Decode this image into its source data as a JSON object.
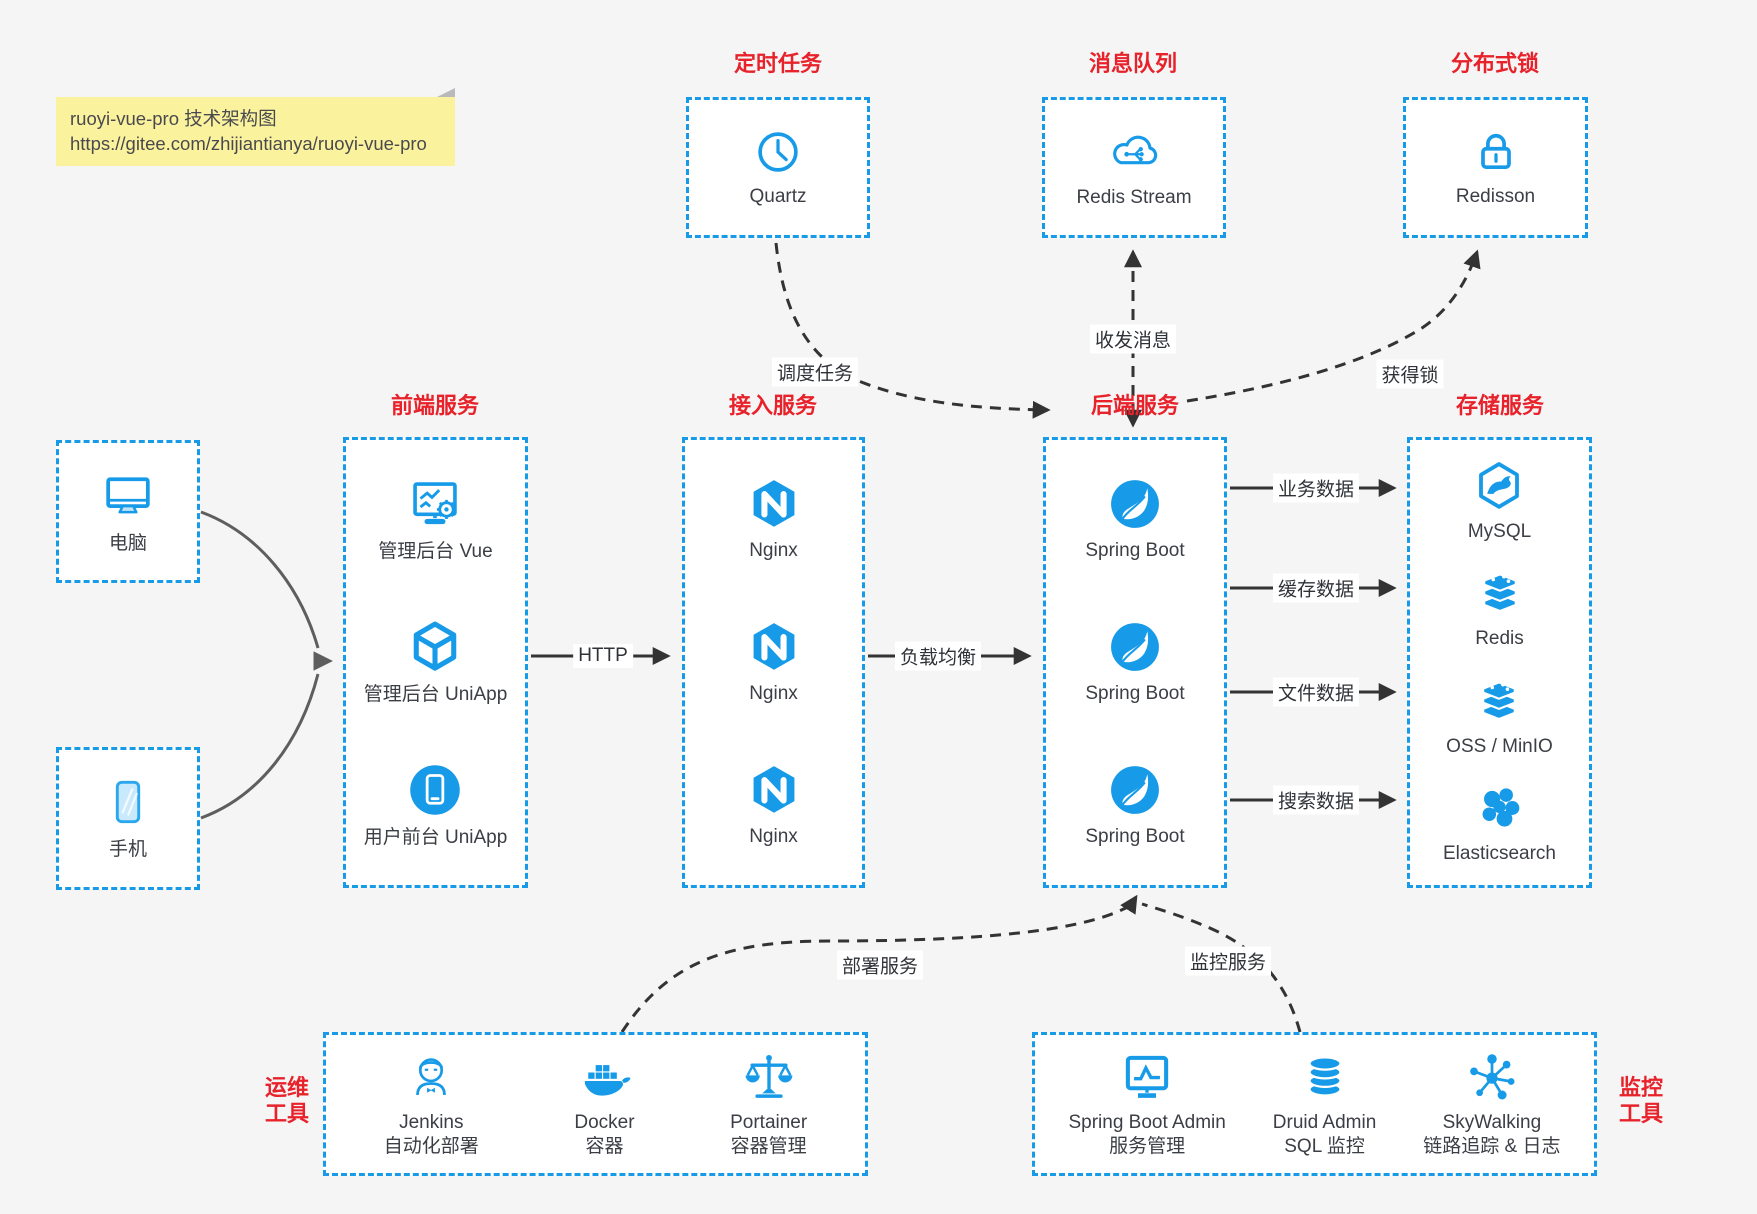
{
  "note": {
    "line1": "ruoyi-vue-pro 技术架构图",
    "line2": "https://gitee.com/zhijiantianya/ruoyi-vue-pro"
  },
  "colors": {
    "accent_blue": "#179be8",
    "title_red": "#e8222a",
    "text": "#3b3e44",
    "arrow_dark": "#333333",
    "arrow_gray": "#666666",
    "note_bg": "#fbf29e",
    "box_bg": "#ffffff",
    "page_bg": "#f5f5f6"
  },
  "groups": {
    "scheduler": {
      "title": "定时任务",
      "items": [
        {
          "label": "Quartz",
          "icon": "clock-icon"
        }
      ]
    },
    "mq": {
      "title": "消息队列",
      "items": [
        {
          "label": "Redis Stream",
          "icon": "cloud-mq-icon"
        }
      ]
    },
    "lock": {
      "title": "分布式锁",
      "items": [
        {
          "label": "Redisson",
          "icon": "lock-icon"
        }
      ]
    },
    "frontend": {
      "title": "前端服务",
      "items": [
        {
          "label": "管理后台 Vue",
          "icon": "admin-monitor-gear-icon"
        },
        {
          "label": "管理后台 UniApp",
          "icon": "uniapp-cube-icon"
        },
        {
          "label": "用户前台 UniApp",
          "icon": "mobile-app-icon"
        }
      ]
    },
    "gateway": {
      "title": "接入服务",
      "items": [
        {
          "label": "Nginx",
          "icon": "nginx-icon"
        },
        {
          "label": "Nginx",
          "icon": "nginx-icon"
        },
        {
          "label": "Nginx",
          "icon": "nginx-icon"
        }
      ]
    },
    "backend": {
      "title": "后端服务",
      "items": [
        {
          "label": "Spring Boot",
          "icon": "spring-icon"
        },
        {
          "label": "Spring Boot",
          "icon": "spring-icon"
        },
        {
          "label": "Spring Boot",
          "icon": "spring-icon"
        }
      ]
    },
    "storage": {
      "title": "存储服务",
      "items": [
        {
          "label": "MySQL",
          "icon": "mysql-icon"
        },
        {
          "label": "Redis",
          "icon": "redis-icon"
        },
        {
          "label": "OSS / MinIO",
          "icon": "redis-icon"
        },
        {
          "label": "Elasticsearch",
          "icon": "elasticsearch-icon"
        }
      ]
    },
    "devices": {
      "items": [
        {
          "label": "电脑",
          "icon": "desktop-icon"
        },
        {
          "label": "手机",
          "icon": "smartphone-icon"
        }
      ]
    },
    "ops": {
      "title_line1": "运维",
      "title_line2": "工具",
      "items": [
        {
          "label": "Jenkins",
          "sub": "自动化部署",
          "icon": "jenkins-icon"
        },
        {
          "label": "Docker",
          "sub": "容器",
          "icon": "docker-whale-icon"
        },
        {
          "label": "Portainer",
          "sub": "容器管理",
          "icon": "scales-icon"
        }
      ]
    },
    "monitoring": {
      "title_line1": "监控",
      "title_line2": "工具",
      "items": [
        {
          "label": "Spring Boot Admin",
          "sub": "服务管理",
          "icon": "chart-monitor-icon"
        },
        {
          "label": "Druid Admin",
          "sub": "SQL 监控",
          "icon": "database-icon"
        },
        {
          "label": "SkyWalking",
          "sub": "链路追踪 & 日志",
          "icon": "topology-icon"
        }
      ]
    }
  },
  "edges": {
    "http": "HTTP",
    "load_balance": "负载均衡",
    "schedule": "调度任务",
    "messages": "收发消息",
    "acquire_lock": "获得锁",
    "business_data": "业务数据",
    "cache_data": "缓存数据",
    "file_data": "文件数据",
    "search_data": "搜索数据",
    "deploy": "部署服务",
    "monitor": "监控服务"
  }
}
